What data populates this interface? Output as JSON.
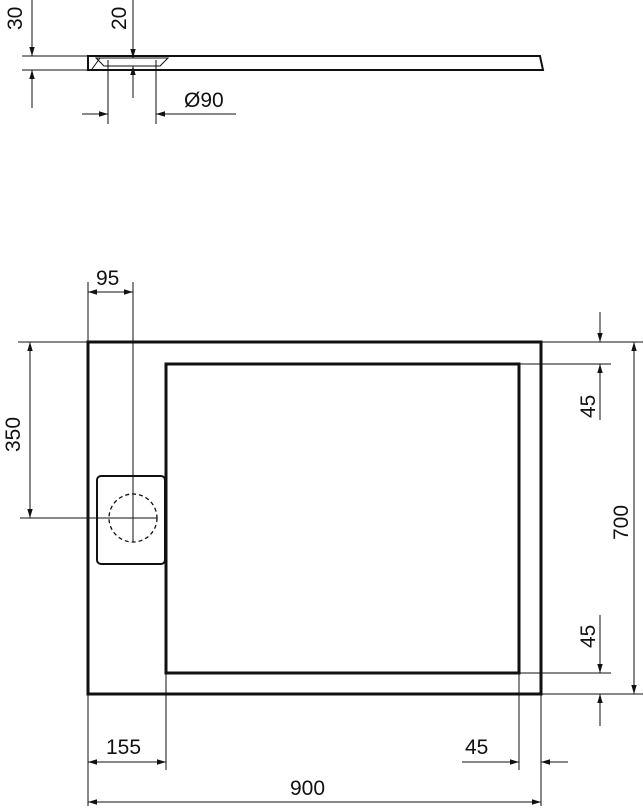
{
  "drawing": {
    "side_view": {
      "dim_height": "30",
      "dim_drain_depth": "20",
      "dim_drain_diameter": "Ø90"
    },
    "top_view": {
      "dim_drain_offset_x": "95",
      "dim_drain_offset_y": "350",
      "dim_rim_top": "45",
      "dim_depth": "700",
      "dim_rim_bottom": "45",
      "dim_rim_left": "155",
      "dim_rim_right": "45",
      "dim_width": "900"
    }
  }
}
